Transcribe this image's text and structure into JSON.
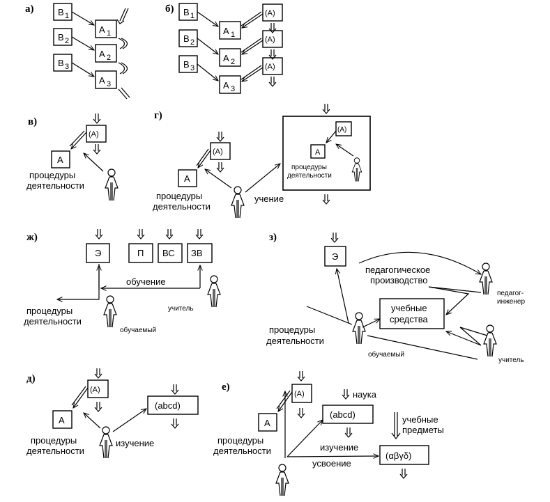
{
  "panels": {
    "a": "а)",
    "b": "б)",
    "v": "в)",
    "g": "г)",
    "zh": "ж)",
    "z": "з)",
    "d": "д)",
    "e": "е)"
  },
  "boxes": {
    "B1": "B",
    "B2": "B",
    "B3": "B",
    "A1": "A",
    "A2": "A",
    "A3": "A",
    "sub1": "1",
    "sub2": "2",
    "sub3": "3",
    "A_par": "(A)",
    "A": "A",
    "E": "Э",
    "P": "П",
    "VS": "ВС",
    "ZV": "ЗВ",
    "abcd": "(abcd)",
    "greek": "(αβγδ)",
    "uchebnye_sredstva_1": "учебные",
    "uchebnye_sredstva_2": "средства"
  },
  "labels": {
    "procedury": "процедуры",
    "deyatelnosti": "деятельности",
    "uchenie": "учение",
    "obuchenie": "обучение",
    "uchitel": "учитель",
    "obuchaemyi": "обучаемый",
    "ped_proizv_1": "педагогическое",
    "ped_proizv_2": "производство",
    "pedagog_1": "педагог-",
    "pedagog_2": "инженер",
    "izuchenie": "изучение",
    "nauka": "наука",
    "uchebnye_predmety_1": "учебные",
    "uchebnye_predmety_2": "предметы",
    "usvoenie": "усвоение"
  },
  "icons": {
    "person": "person-icon",
    "double_arrow": "double-arrow-icon"
  }
}
